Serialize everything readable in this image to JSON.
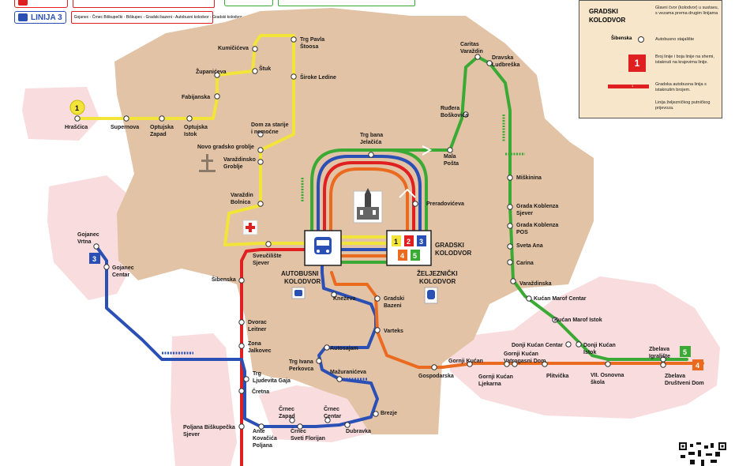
{
  "legend_lines": [
    {
      "label": "",
      "color": "#e02020",
      "desc": ""
    },
    {
      "label": "LINIJA 3",
      "color": "#2a4fb5",
      "desc": "Gojanec - Črnec Biškupečki - Biškupec - Gradski bazeni - Autobusni kolodvor - Gradski kolodvor"
    }
  ],
  "legend_green_label": "",
  "key": {
    "title_1": "GRADSKI",
    "title_2": "KOLODVOR",
    "hub_desc": "Glavni čvor (kolodvor) u sustavu, s vezama prema drugim linijama",
    "stop_label": "Šibenska",
    "stop_desc": "Autobusno stajalište",
    "badge_number": "1",
    "badge_desc": "Broj linije i boja linije na shemi, istaknuti na krajevima linije.",
    "line_desc": "Gradska autobusna linija s istaknutim brojem.",
    "rail_desc": "Linija željezničkog putničkog prijevoza.",
    "line_number_small": "1"
  },
  "colors": {
    "land": "#e3c3a5",
    "outer": "#f9dcde",
    "line1": "#f3e43a",
    "line2": "#e02020",
    "line3": "#2a4fb5",
    "line4": "#ea6a1f",
    "line5": "#3aaa35"
  },
  "hubs": {
    "bus_station": [
      "AUTOBUSNI",
      "KOLODVOR"
    ],
    "train_station": [
      "ŽELJEZNIČKI",
      "KOLODVOR"
    ],
    "city_station": [
      "GRADSKI",
      "KOLODVOR"
    ],
    "hub_badges": [
      "1",
      "2",
      "3",
      "4",
      "5"
    ]
  },
  "terminal_badges": [
    {
      "number": "1",
      "color": "#f3e43a",
      "text_color": "#111"
    },
    {
      "number": "3",
      "color": "#2a4fb5",
      "text_color": "#fff"
    },
    {
      "number": "5",
      "color": "#3aaa35",
      "text_color": "#fff"
    },
    {
      "number": "4",
      "color": "#ea6a1f",
      "text_color": "#fff"
    }
  ],
  "stations": [
    {
      "label": [
        "Hrašćica"
      ]
    },
    {
      "label": [
        "Supernova"
      ]
    },
    {
      "label": [
        "Optujska",
        "Zapad"
      ]
    },
    {
      "label": [
        "Optujska",
        "Istok"
      ]
    },
    {
      "label": [
        "Fabijanska"
      ]
    },
    {
      "label": [
        "Županićeva"
      ]
    },
    {
      "label": [
        "Kumičićeva"
      ]
    },
    {
      "label": [
        "Štuk"
      ]
    },
    {
      "label": [
        "Trg Pavla",
        "Štoosa"
      ]
    },
    {
      "label": [
        "Široke Ledine"
      ]
    },
    {
      "label": [
        "Dom za starije",
        "i nemoćne"
      ]
    },
    {
      "label": [
        "Novo gradsko groblje"
      ]
    },
    {
      "label": [
        "Varaždinsko",
        "Groblje"
      ]
    },
    {
      "label": [
        "Varaždin",
        "Bolnica"
      ]
    },
    {
      "label": [
        "Sveučilište",
        "Sjever"
      ]
    },
    {
      "label": [
        "Trg bana",
        "Jelačića"
      ]
    },
    {
      "label": [
        "Mala",
        "Pošta"
      ]
    },
    {
      "label": [
        "Preradovićeva"
      ]
    },
    {
      "label": [
        "Caritas",
        "Varaždin"
      ]
    },
    {
      "label": [
        "Dravska",
        "Ludbreška"
      ]
    },
    {
      "label": [
        "Ruđera",
        "Boškovića"
      ]
    },
    {
      "label": [
        "Miškinina"
      ]
    },
    {
      "label": [
        "Grada Koblenza",
        "Sjever"
      ]
    },
    {
      "label": [
        "Grada Koblenza",
        "POS"
      ]
    },
    {
      "label": [
        "Sveta Ana"
      ]
    },
    {
      "label": [
        "Carina"
      ]
    },
    {
      "label": [
        "Varaždinska"
      ]
    },
    {
      "label": [
        "Kućan Marof Centar"
      ]
    },
    {
      "label": [
        "Kućan Marof Istok"
      ]
    },
    {
      "label": [
        "Donji Kućan Centar"
      ]
    },
    {
      "label": [
        "Donji Kućan",
        "Istok"
      ]
    },
    {
      "label": [
        "Zbelava",
        "Igralište"
      ]
    },
    {
      "label": [
        "Zbelava",
        "Društveni Dom"
      ]
    },
    {
      "label": [
        "VII. Osnovna",
        "škola"
      ]
    },
    {
      "label": [
        "Plitvička"
      ]
    },
    {
      "label": [
        "Gornji Kućan",
        "Vatrogasni Dom"
      ]
    },
    {
      "label": [
        "Gornji Kućan",
        "Ljekarna"
      ]
    },
    {
      "label": [
        "Gornji Kućan"
      ]
    },
    {
      "label": [
        "Gospodarska"
      ]
    },
    {
      "label": [
        "Kneževa"
      ]
    },
    {
      "label": [
        "Gradski",
        "Bazeni"
      ]
    },
    {
      "label": [
        "Varteks"
      ]
    },
    {
      "label": [
        "Autosajam"
      ]
    },
    {
      "label": [
        "Trg Ivana",
        "Perkovca"
      ]
    },
    {
      "label": [
        "Mažuranićeva"
      ]
    },
    {
      "label": [
        "Brezje"
      ]
    },
    {
      "label": [
        "Dubravka"
      ]
    },
    {
      "label": [
        "Črnec",
        "Centar"
      ]
    },
    {
      "label": [
        "Črnec",
        "Zapad"
      ]
    },
    {
      "label": [
        "Črnec",
        "Sveti Florijan"
      ]
    },
    {
      "label": [
        "Ante",
        "Kovačića",
        "Poljana"
      ]
    },
    {
      "label": [
        "Poljana Biškupečka",
        "Sjever"
      ]
    },
    {
      "label": [
        "Čretna"
      ]
    },
    {
      "label": [
        "Trg",
        "Ljudevita Gaja"
      ]
    },
    {
      "label": [
        "Zona",
        "Jalkovec"
      ]
    },
    {
      "label": [
        "Dvorac",
        "Leitner"
      ]
    },
    {
      "label": [
        "Šibenska"
      ]
    },
    {
      "label": [
        "Gojanec",
        "Vrtna"
      ]
    },
    {
      "label": [
        "Gojanec",
        "Centar"
      ]
    }
  ]
}
